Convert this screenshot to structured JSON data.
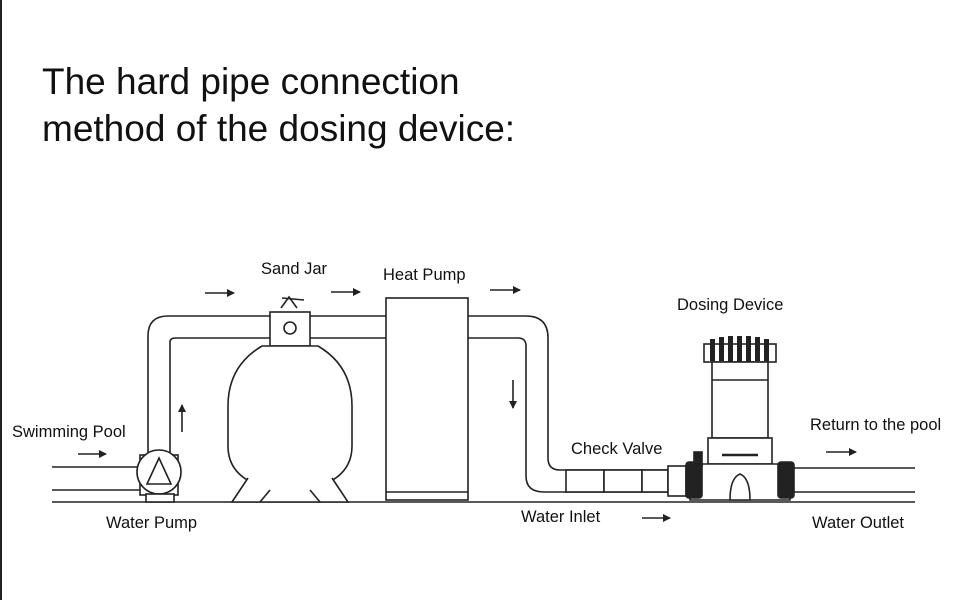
{
  "title": {
    "line1": "The hard pipe connection",
    "line2": "method of the dosing device:"
  },
  "labels": {
    "sand_jar": "Sand Jar",
    "heat_pump": "Heat Pump",
    "dosing_device": "Dosing Device",
    "swimming_pool": "Swimming Pool",
    "check_valve": "Check Valve",
    "return_to_pool": "Return to the pool",
    "water_pump": "Water Pump",
    "water_inlet": "Water Inlet",
    "water_outlet": "Water Outlet"
  },
  "icons": [
    "flow-arrow-icon",
    "water-pump-icon",
    "sand-jar-icon",
    "heat-pump-icon",
    "check-valve-icon",
    "dosing-device-icon"
  ],
  "colors": {
    "line": "#222222",
    "background": "#ffffff"
  }
}
